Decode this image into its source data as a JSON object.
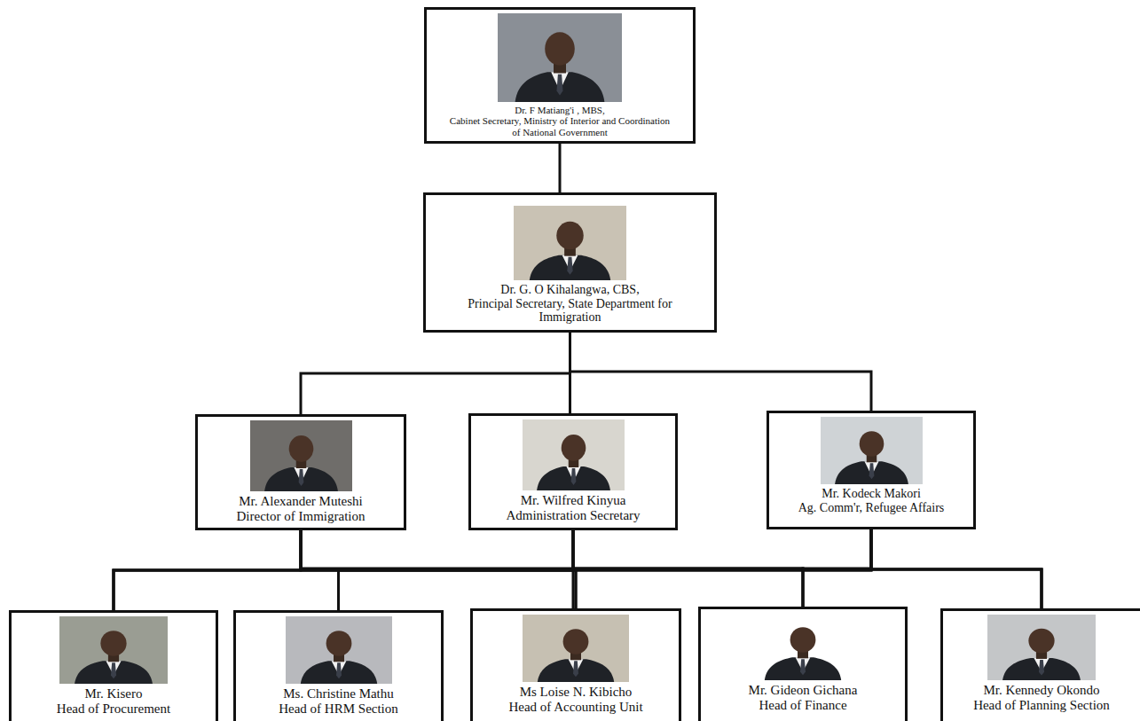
{
  "diagram": {
    "nodes": [
      {
        "text": [
          "Dr. F Matiang'i , MBS,",
          "Cabinet Secretary, Ministry of Interior and Coordination of National Government"
        ]
      },
      {
        "text": [
          "Dr. G. O Kihalangwa, CBS,",
          "Principal Secretary, State Department for Immigration"
        ]
      },
      {
        "text": [
          "Mr. Alexander Muteshi",
          "Director of Immigration"
        ]
      },
      {
        "text": [
          "Mr. Wilfred Kinyua",
          "Administration Secretary"
        ]
      },
      {
        "text": [
          "Mr. Kodeck Makori",
          "Ag. Comm'r, Refugee Affairs"
        ]
      },
      {
        "text": [
          "Mr. Kisero",
          "Head of Procurement"
        ]
      },
      {
        "text": [
          "Ms. Christine Mathu",
          "Head of HRM Section"
        ]
      },
      {
        "text": [
          "Ms Loise N. Kibicho",
          "Head of Accounting Unit"
        ]
      },
      {
        "text": [
          "Mr. Gideon Gichana",
          "Head of Finance"
        ]
      },
      {
        "text": [
          "Mr. Kennedy Okondo",
          "Head of Planning Section"
        ]
      }
    ],
    "edges": [
      {
        "from": 0,
        "to": 1,
        "arrow": "none"
      },
      {
        "from": 1,
        "to": 2,
        "arrow": "none"
      },
      {
        "from": 1,
        "to": 3,
        "arrow": "none"
      },
      {
        "from": 1,
        "to": 4,
        "arrow": "none"
      },
      {
        "from": 2,
        "to": 5,
        "arrow": "none"
      },
      {
        "from": 2,
        "to": 6,
        "arrow": "none"
      },
      {
        "from": 2,
        "to": 7,
        "arrow": "none"
      },
      {
        "from": 2,
        "to": 8,
        "arrow": "none"
      },
      {
        "from": 2,
        "to": 9,
        "arrow": "none"
      },
      {
        "from": 3,
        "to": 5,
        "arrow": "none"
      },
      {
        "from": 3,
        "to": 6,
        "arrow": "none"
      },
      {
        "from": 3,
        "to": 7,
        "arrow": "none"
      },
      {
        "from": 3,
        "to": 8,
        "arrow": "none"
      },
      {
        "from": 3,
        "to": 9,
        "arrow": "none"
      },
      {
        "from": 4,
        "to": 5,
        "arrow": "none"
      },
      {
        "from": 4,
        "to": 6,
        "arrow": "none"
      },
      {
        "from": 4,
        "to": 7,
        "arrow": "none"
      },
      {
        "from": 4,
        "to": 8,
        "arrow": "none"
      },
      {
        "from": 4,
        "to": 9,
        "arrow": "none"
      }
    ]
  }
}
